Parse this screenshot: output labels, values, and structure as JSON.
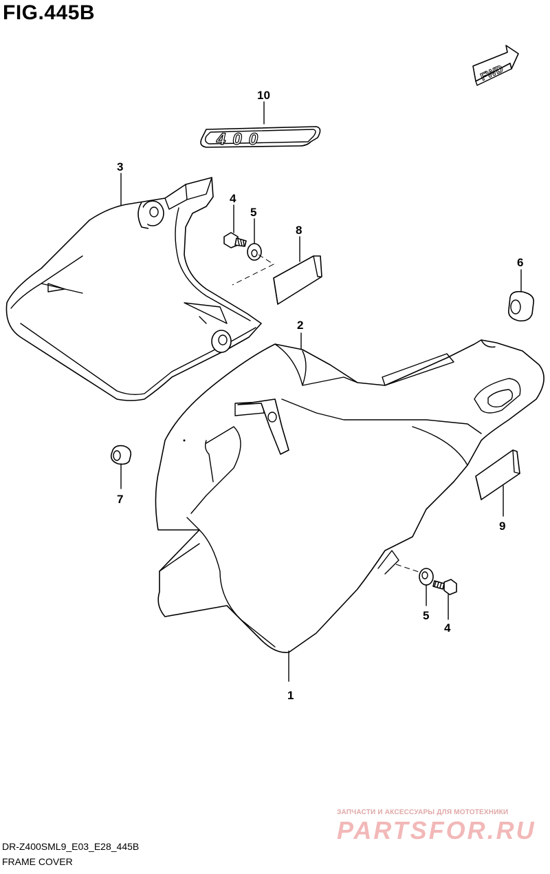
{
  "figure": {
    "title": "FIG.445B",
    "fwd_label": "FWD",
    "emblem_text": "400"
  },
  "callouts": [
    {
      "id": "1",
      "label": "1"
    },
    {
      "id": "2",
      "label": "2"
    },
    {
      "id": "3",
      "label": "3"
    },
    {
      "id": "4a",
      "label": "4"
    },
    {
      "id": "5a",
      "label": "5"
    },
    {
      "id": "6",
      "label": "6"
    },
    {
      "id": "7",
      "label": "7"
    },
    {
      "id": "8",
      "label": "8"
    },
    {
      "id": "9",
      "label": "9"
    },
    {
      "id": "10",
      "label": "10"
    },
    {
      "id": "5b",
      "label": "5"
    },
    {
      "id": "4b",
      "label": "4"
    }
  ],
  "footer": {
    "model_code": "DR-Z400SML9_E03_E28_445B",
    "description": "FRAME COVER"
  },
  "watermark": {
    "tagline": "ЗАПЧАСТИ И АКСЕССУАРЫ ДЛЯ МОТОТЕХНИКИ",
    "brand": "PARTSFOR.RU"
  }
}
